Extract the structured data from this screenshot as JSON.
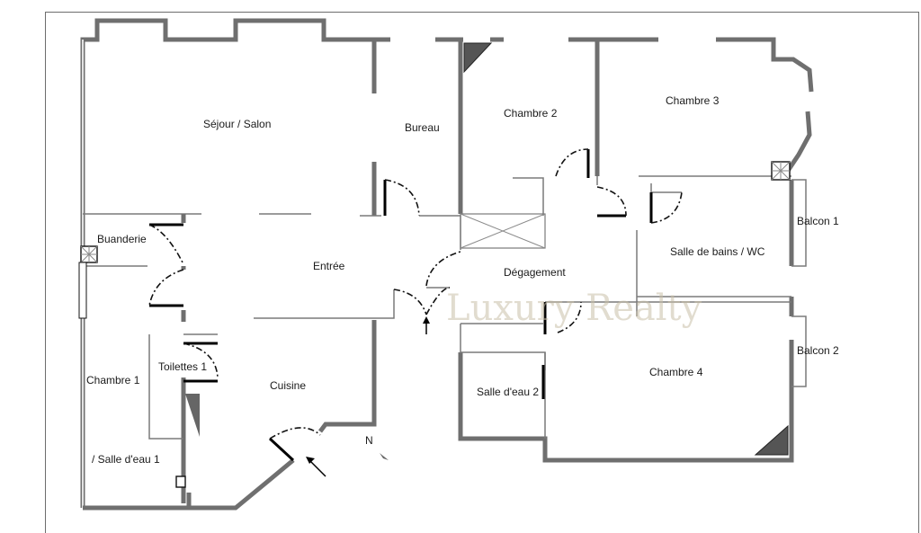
{
  "rooms": {
    "sejour": "Séjour / Salon",
    "bureau": "Bureau",
    "chambre2": "Chambre 2",
    "chambre3": "Chambre 3",
    "buanderie": "Buanderie",
    "entree": "Entrée",
    "degagement": "Dégagement",
    "salle_bains": "Salle de bains / WC",
    "balcon1": "Balcon 1",
    "balcon2": "Balcon 2",
    "chambre1": "Chambre 1",
    "toilettes1": "Toilettes 1",
    "cuisine": "Cuisine",
    "salle_eau2": "Salle d'eau 2",
    "chambre4": "Chambre 4",
    "salle_eau1": "/ Salle d'eau 1"
  },
  "compass": {
    "label": "N"
  },
  "watermark": {
    "text": "Luxury Realty"
  }
}
